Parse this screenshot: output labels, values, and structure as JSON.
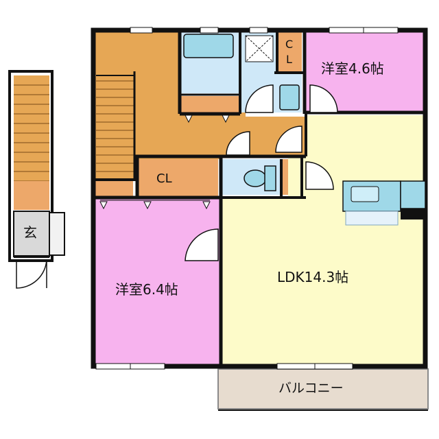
{
  "rooms": {
    "western_room_small": "洋室4.6帖",
    "western_room_large": "洋室6.4帖",
    "ldk": "LDK14.3帖",
    "closet_main": "CL",
    "closet_small_top": "C",
    "closet_small_bottom": "L",
    "entrance": "玄",
    "balcony": "バルコニー"
  },
  "colors": {
    "hall": "#e6a755",
    "closet": "#eda86a",
    "western_room": "#f7b3ee",
    "ldk": "#fdfbc9",
    "wet_area": "#cfe8f8",
    "fixture": "#9fd8e8",
    "balcony": "#e7dccf",
    "wall": "#111111"
  }
}
